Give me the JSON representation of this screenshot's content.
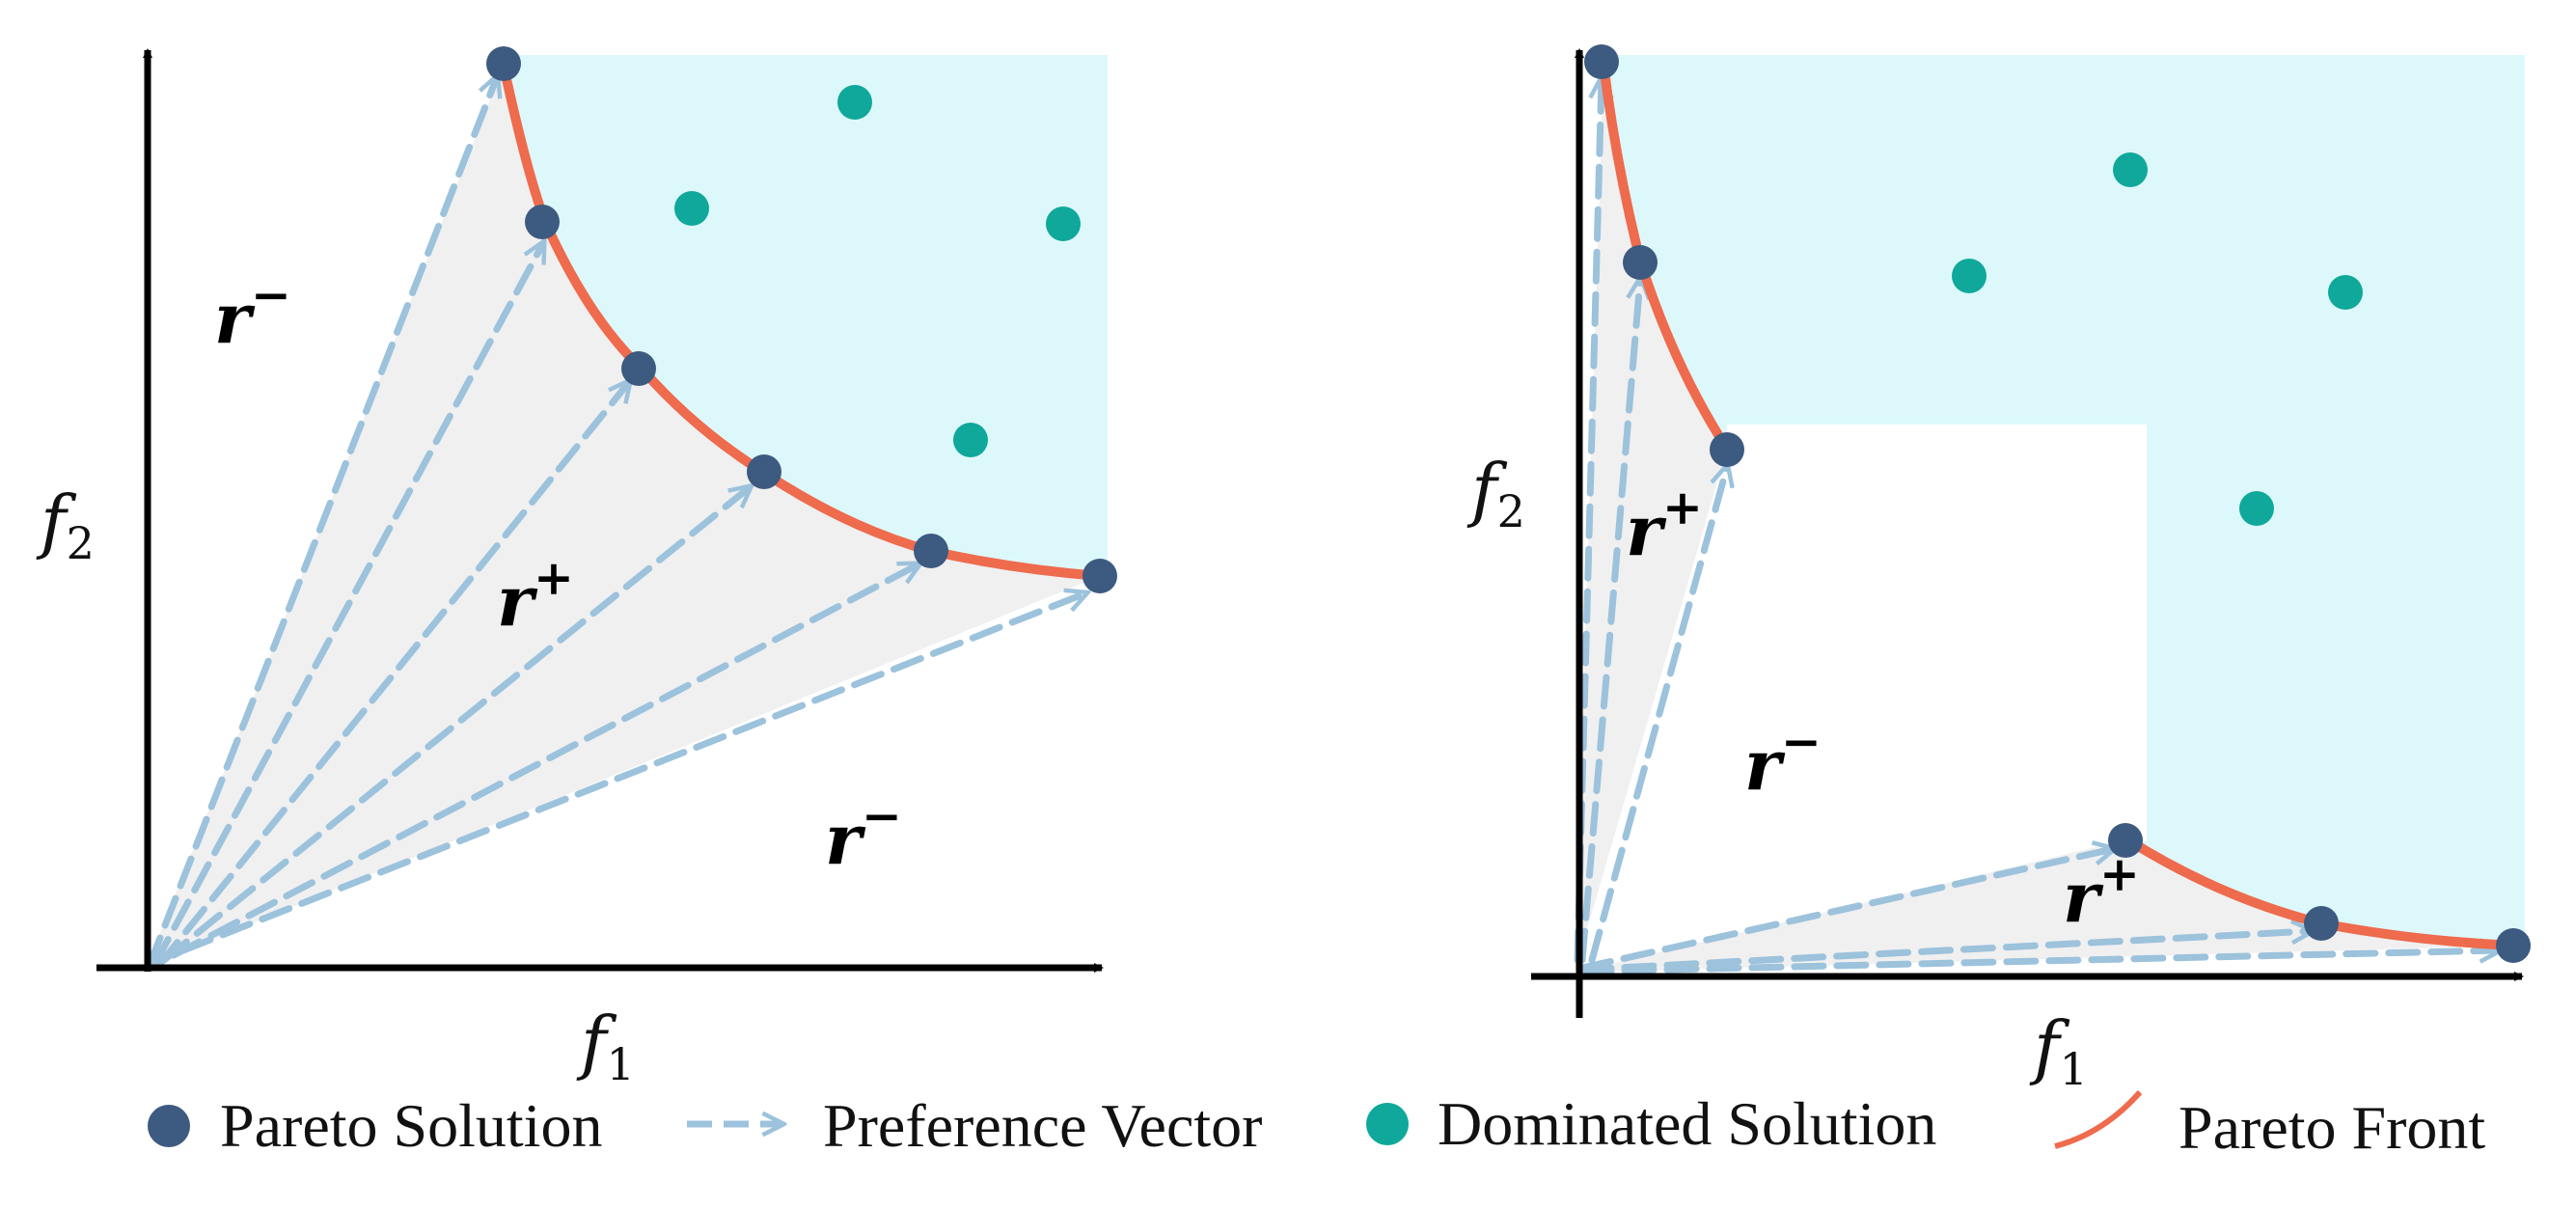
{
  "colors": {
    "pareto_solution": "#3d5a80",
    "dominated_solution": "#0fa89a",
    "preference_vector": "#9cc2dc",
    "pareto_front": "#ee6b4d",
    "dominated_region": "#ddf8fb",
    "preference_region": "#f0f0f0",
    "axis": "#000000"
  },
  "legend": {
    "pareto_solution": "Pareto Solution",
    "preference_vector": "Preference Vector",
    "dominated_solution": "Dominated Solution",
    "pareto_front": "Pareto Front"
  },
  "left": {
    "x_label": "f",
    "x_sub": "1",
    "y_label": "f",
    "y_sub": "2",
    "region_neg": "r",
    "region_pos": "r",
    "sup_neg": "−",
    "sup_pos": "+"
  },
  "right": {
    "x_label": "f",
    "x_sub": "1",
    "y_label": "f",
    "y_sub": "2",
    "region_neg": "r",
    "region_pos": "r",
    "sup_neg": "−",
    "sup_pos": "+"
  }
}
